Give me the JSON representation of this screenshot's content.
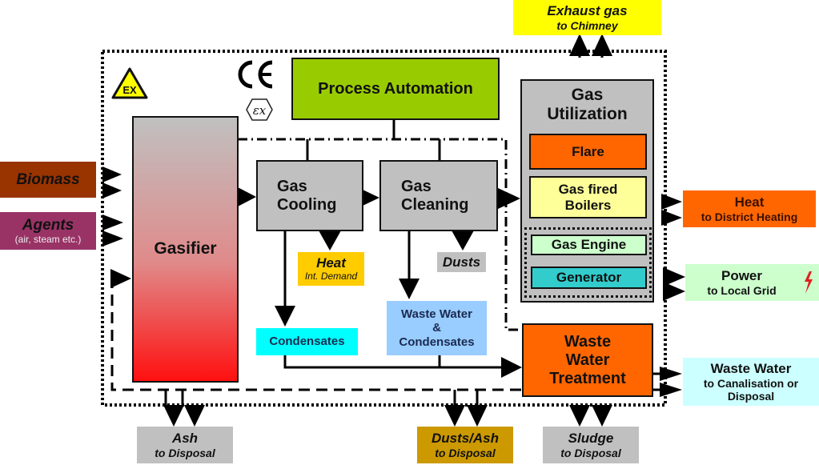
{
  "diagram": {
    "inputs": {
      "biomass": {
        "label": "Biomass",
        "color": "#993300"
      },
      "agents": {
        "label": "Agents",
        "sub": "(air, steam etc.)",
        "color": "#993366"
      }
    },
    "gasifier": {
      "label": "Gasifier",
      "gradient_top": "#c0c0c0",
      "gradient_bottom": "#ff1010"
    },
    "process_automation": {
      "label": "Process Automation",
      "color": "#99cc00"
    },
    "gas_cooling": {
      "line1": "Gas",
      "line2": "Cooling",
      "color": "#c0c0c0"
    },
    "gas_cleaning": {
      "line1": "Gas",
      "line2": "Cleaning",
      "color": "#c0c0c0"
    },
    "heat_internal": {
      "label": "Heat",
      "sub": "Int. Demand",
      "color": "#ffcc00"
    },
    "dusts": {
      "label": "Dusts",
      "color": "#c0c0c0"
    },
    "condensates": {
      "label": "Condensates",
      "color": "#00ffff"
    },
    "waste_water_condensates": {
      "line1": "Waste Water",
      "line2": "&",
      "line3": "Condensates",
      "color": "#99ccff"
    },
    "gas_utilization": {
      "line1": "Gas",
      "line2": "Utilization",
      "color": "#c0c0c0",
      "flare": {
        "label": "Flare",
        "color": "#ff6600"
      },
      "boilers": {
        "line1": "Gas fired",
        "line2": "Boilers",
        "color": "#ffff99"
      },
      "engine": {
        "label": "Gas Engine",
        "color": "#ccffcc"
      },
      "generator": {
        "label": "Generator",
        "color": "#33cccc"
      }
    },
    "waste_water_treatment": {
      "line1": "Waste",
      "line2": "Water",
      "line3": "Treatment",
      "color": "#ff6600"
    },
    "outputs": {
      "exhaust": {
        "label": "Exhaust gas",
        "sub": "to Chimney",
        "color": "#ffff00"
      },
      "heat": {
        "label": "Heat",
        "sub": "to District Heating",
        "color": "#ff6600"
      },
      "power": {
        "label": "Power",
        "sub": "to Local Grid",
        "color": "#ccffcc"
      },
      "waste_water": {
        "label": "Waste Water",
        "sub1": "to Canalisation or",
        "sub2": "Disposal",
        "color": "#ccffff"
      },
      "ash": {
        "label": "Ash",
        "sub": "to Disposal",
        "color": "#c0c0c0"
      },
      "dusts_ash": {
        "label": "Dusts/Ash",
        "sub": "to Disposal",
        "color": "#cc9900"
      },
      "sludge": {
        "label": "Sludge",
        "sub": "to Disposal",
        "color": "#c0c0c0"
      }
    },
    "certification": {
      "ex_warning": "EX",
      "ce_mark": "CE",
      "atex_mark": "εx"
    }
  }
}
